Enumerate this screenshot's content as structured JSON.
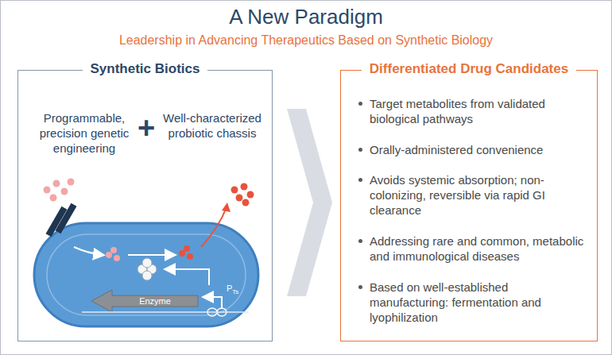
{
  "diagram": {
    "title": "A New Paradigm",
    "nodes": [
      {
        "text": [
          "Synthetic Biotics",
          "Programmable, precision genetic engineering",
          "Well-characterized probiotic chassis"
        ]
      },
      {
        "text": [
          "Differentiated Drug Candidates",
          "Target metabolites from validated biological pathways",
          "Orally-administered convenience",
          "Avoids systemic absorption; non-colonizing, reversible via rapid GI clearance",
          "Addressing rare and common, metabolic and immunological diseases",
          "Based on well-established manufacturing: fermentation and lyophilization"
        ]
      }
    ],
    "edges": [
      {
        "from": 0,
        "to": 1,
        "arrow": "to"
      }
    ],
    "labels": [
      "Leadership in Advancing Therapeutics Based on Synthetic Biology",
      "+",
      "Enzyme",
      "P",
      "Ts"
    ]
  }
}
